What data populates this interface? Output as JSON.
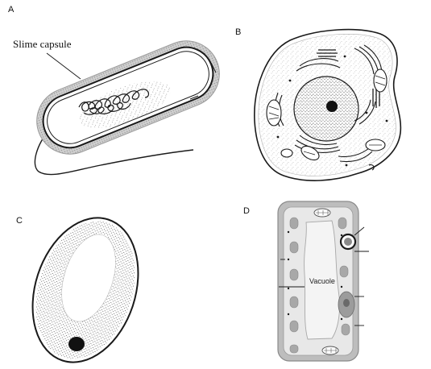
{
  "panels": {
    "a": {
      "letter": "A",
      "label": "Slime capsule"
    },
    "b": {
      "letter": "B"
    },
    "c": {
      "letter": "C"
    },
    "d": {
      "letter": "D",
      "label": "Vacuole"
    }
  },
  "colors": {
    "ink": "#1a1a1a",
    "capsule_shade": "#b8b8b8",
    "stipple": "#555555",
    "plant_wall": "#9a9a9a",
    "plant_cyto": "#e6e6e6",
    "organelle": "#a8a8a8",
    "nucleus_dark": "#111111"
  }
}
